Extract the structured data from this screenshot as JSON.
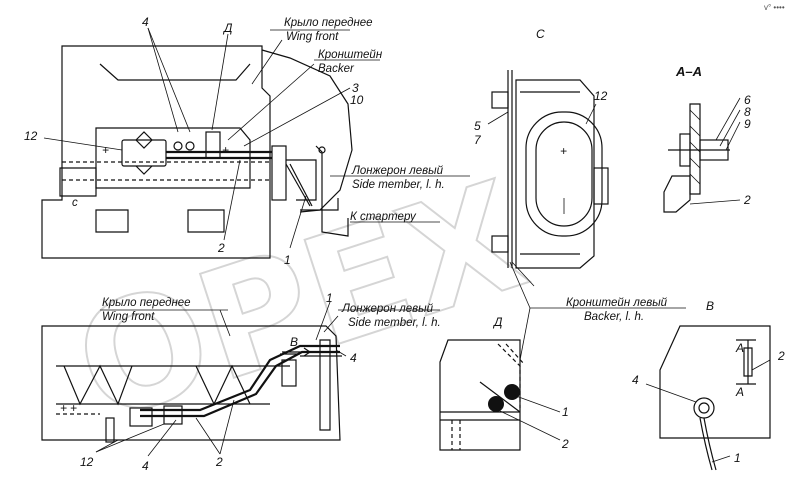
{
  "labels": {
    "wing_front_ru_top": "Крыло переднее",
    "wing_front_en_top": "Wing front",
    "backer_ru": "Кронштейн",
    "backer_en": "Backer",
    "side_member_ru_top": "Лонжерон левый",
    "side_member_en_top": "Side member, l. h.",
    "to_starter": "К стартеру",
    "wing_front_ru_bottom": "Крыло переднее",
    "wing_front_en_bottom": "Wing front",
    "side_member_ru_bottom": "Лонжерон левый",
    "side_member_en_bottom": "Side member, l. h.",
    "backer_left_ru": "Кронштейн левый",
    "backer_left_en": "Backer, l. h."
  },
  "view_letters": {
    "c_top": "C",
    "section_aa": "A–A",
    "d_top": "Д",
    "d_bottom": "Д",
    "b_right": "B",
    "b_arrow": "B",
    "a_upper": "A",
    "a_lower": "A",
    "c_small": "c"
  },
  "callouts": {
    "n4_top": "4",
    "n12_top": "12",
    "n3": "3",
    "n10": "10",
    "n2_top": "2",
    "n1_top": "1",
    "n12_c": "12",
    "n5": "5",
    "n7": "7",
    "n6": "6",
    "n8": "8",
    "n9": "9",
    "n2_aa": "2",
    "n1_bottom": "1",
    "n4_bottom": "4",
    "n12_bottom": "12",
    "n4_bottom2": "4",
    "n2_bottom": "2",
    "n1_d": "1",
    "n2_d": "2",
    "n2_b": "2",
    "n4_b": "4",
    "n1_b": "1"
  },
  "symbols": {
    "plus": "+",
    "minus": "—"
  },
  "watermark": "OPEX",
  "stamp": "v° ••••"
}
